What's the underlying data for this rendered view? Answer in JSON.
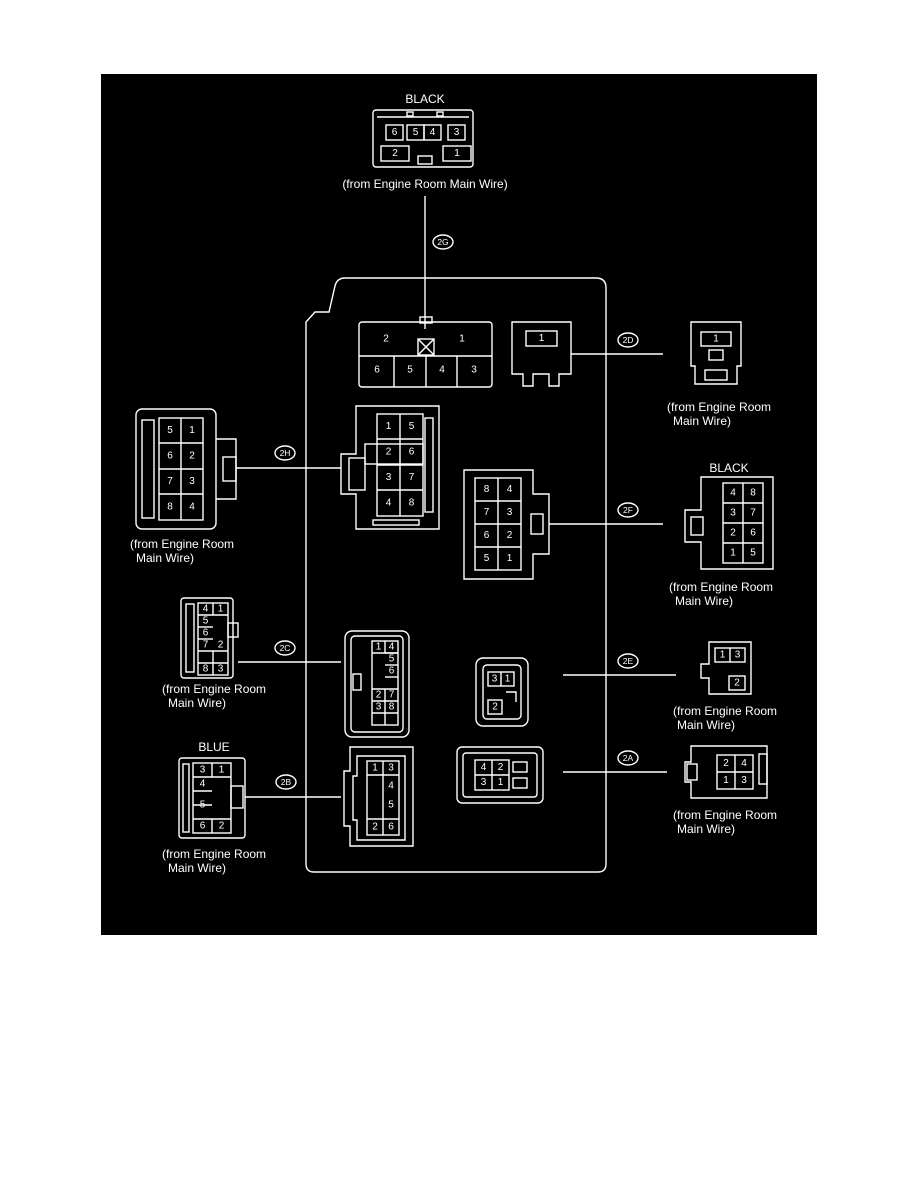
{
  "colors": {
    "background": "#000000",
    "line": "#ffffff",
    "page": "#ffffff"
  },
  "connectors": {
    "c2G": {
      "tag": "2G",
      "color": "BLACK",
      "source": "(from Engine Room Main Wire)",
      "side_pins": [
        "6",
        "5",
        "4",
        "3",
        "2",
        "1"
      ],
      "block_pins": [
        "2",
        "1",
        "6",
        "5",
        "4",
        "3"
      ]
    },
    "c2D": {
      "tag": "2D",
      "side_pins": [
        "1"
      ],
      "block_pins": [
        "1"
      ],
      "source_lines": [
        "(from Engine Room",
        "Main Wire)"
      ]
    },
    "c2H": {
      "tag": "2H",
      "side_pins": [
        "5",
        "1",
        "6",
        "2",
        "7",
        "3",
        "8",
        "4"
      ],
      "block_pins": [
        "1",
        "5",
        "2",
        "6",
        "3",
        "7",
        "4",
        "8"
      ],
      "source_lines": [
        "(from Engine Room",
        "Main Wire)"
      ]
    },
    "c2F": {
      "tag": "2F",
      "color": "BLACK",
      "side_pins": [
        "4",
        "8",
        "3",
        "7",
        "2",
        "6",
        "1",
        "5"
      ],
      "block_pins": [
        "8",
        "4",
        "7",
        "3",
        "6",
        "2",
        "5",
        "1"
      ],
      "source_lines": [
        "(from Engine Room",
        "Main Wire)"
      ]
    },
    "c2C": {
      "tag": "2C",
      "side_pins": [
        "4",
        "1",
        "5",
        "6",
        "7",
        "2",
        "8",
        "3"
      ],
      "block_pins": [
        "1",
        "4",
        "5",
        "6",
        "2",
        "7",
        "3",
        "8"
      ],
      "source_lines": [
        "(from Engine Room",
        "Main Wire)"
      ]
    },
    "c2E": {
      "tag": "2E",
      "side_pins": [
        "1",
        "3",
        "2"
      ],
      "block_pins": [
        "3",
        "1",
        "2"
      ],
      "source_lines": [
        "(from Engine Room",
        "Main Wire)"
      ]
    },
    "c2B": {
      "tag": "2B",
      "color": "BLUE",
      "side_pins": [
        "3",
        "1",
        "4",
        "5",
        "6",
        "2"
      ],
      "block_pins": [
        "1",
        "3",
        "4",
        "5",
        "2",
        "6"
      ],
      "source_lines": [
        "(from Engine Room",
        "Main Wire)"
      ]
    },
    "c2A": {
      "tag": "2A",
      "side_pins": [
        "2",
        "4",
        "1",
        "3"
      ],
      "block_pins": [
        "4",
        "2",
        "3",
        "1"
      ],
      "source_lines": [
        "(from Engine Room",
        "Main Wire)"
      ]
    }
  }
}
